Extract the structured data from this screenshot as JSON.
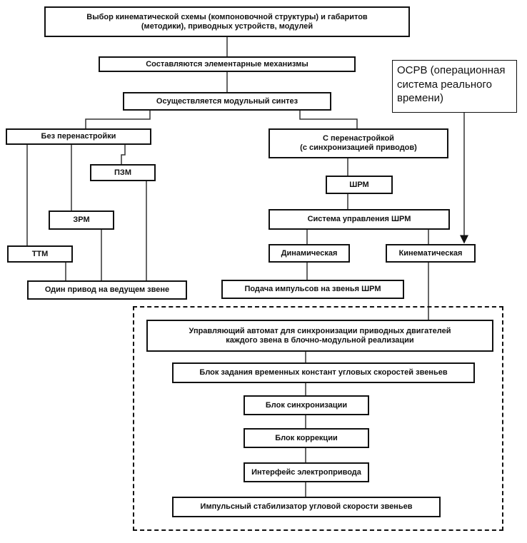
{
  "nodes": {
    "choose_scheme": "Выбор кинематической схемы (компоновочной структуры) и габаритов\n(методики), приводных устройств, модулей",
    "elementary": "Составляются элементарные механизмы",
    "synthesis": "Осуществляется модульный синтез",
    "no_retune": "Без перенастройки",
    "with_retune": "С перенастройкой\n(с синхронизацией приводов)",
    "pzm": "ПЗМ",
    "zrm": "ЗРМ",
    "ttm": "ТТМ",
    "one_drive": "Один привод на ведущем звене",
    "shrm": "ШРМ",
    "shrm_control": "Система управления ШРМ",
    "dynamic": "Динамическая",
    "kinematic": "Кинематическая",
    "pulses": "Подача импульсов на звенья ШРМ",
    "osrv": "ОСРВ (операционная\nсистема реального\nвремени)",
    "automaton": "Управляющий автомат для синхронизации приводных двигателей\nкаждого звена в блочно-модульной реализации",
    "time_const": "Блок задания временных констант угловых скоростей звеньев",
    "sync_block": "Блок синхронизации",
    "correction": "Блок коррекции",
    "interface": "Интерфейс электропривода",
    "stabilizer": "Импульсный стабилизатор угловой скорости звеньев"
  }
}
